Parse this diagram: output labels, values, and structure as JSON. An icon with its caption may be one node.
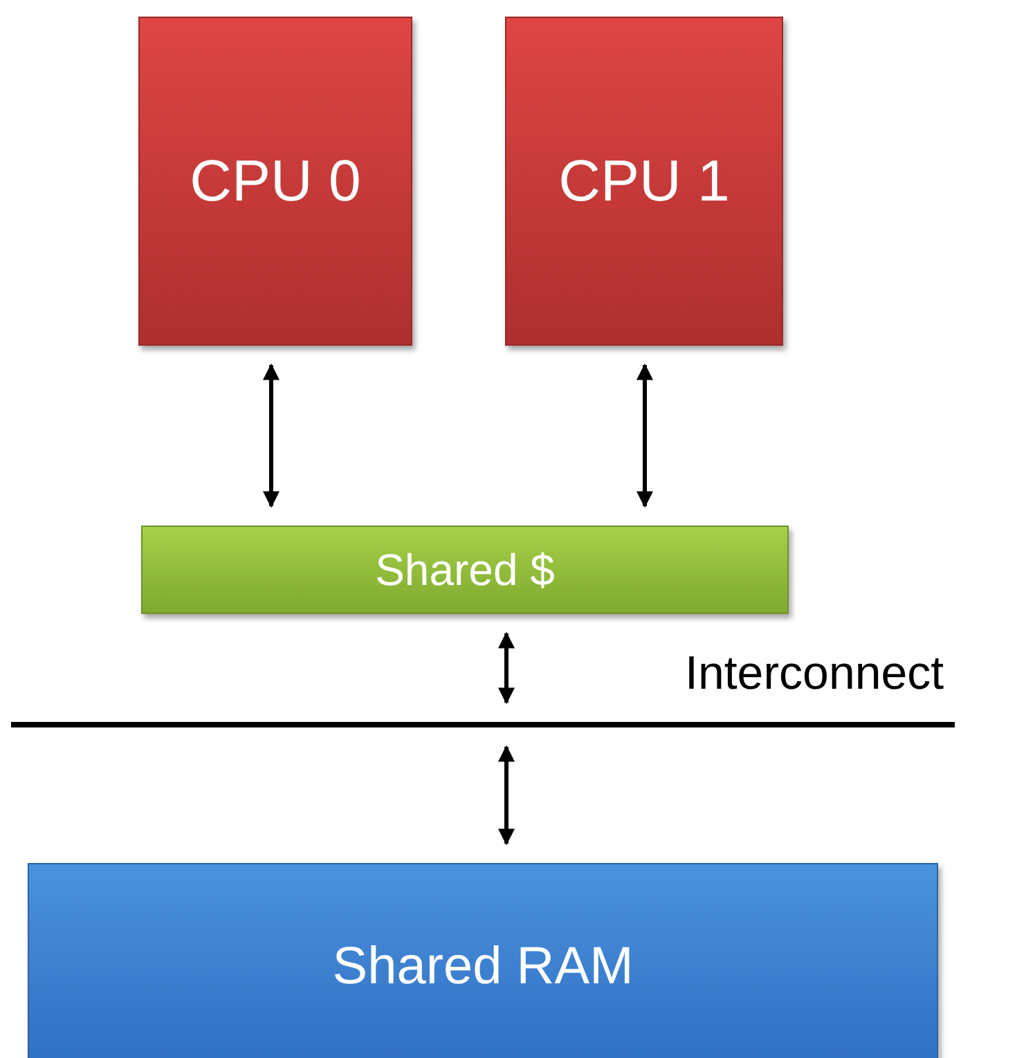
{
  "diagram": {
    "nodes": [
      {
        "text": [
          "CPU 0"
        ]
      },
      {
        "text": [
          "CPU 1"
        ]
      },
      {
        "text": [
          "Shared $"
        ]
      },
      {
        "text": [],
        "shape": "bar",
        "beside": [
          "Interconnect"
        ]
      },
      {
        "text": [
          "Shared RAM"
        ]
      }
    ],
    "edges": [
      {
        "from": 0,
        "to": 2,
        "arrow": "both"
      },
      {
        "from": 1,
        "to": 2,
        "arrow": "both"
      },
      {
        "from": 2,
        "to": 3,
        "arrow": "both"
      },
      {
        "from": 3,
        "to": 4,
        "arrow": "both"
      }
    ]
  }
}
